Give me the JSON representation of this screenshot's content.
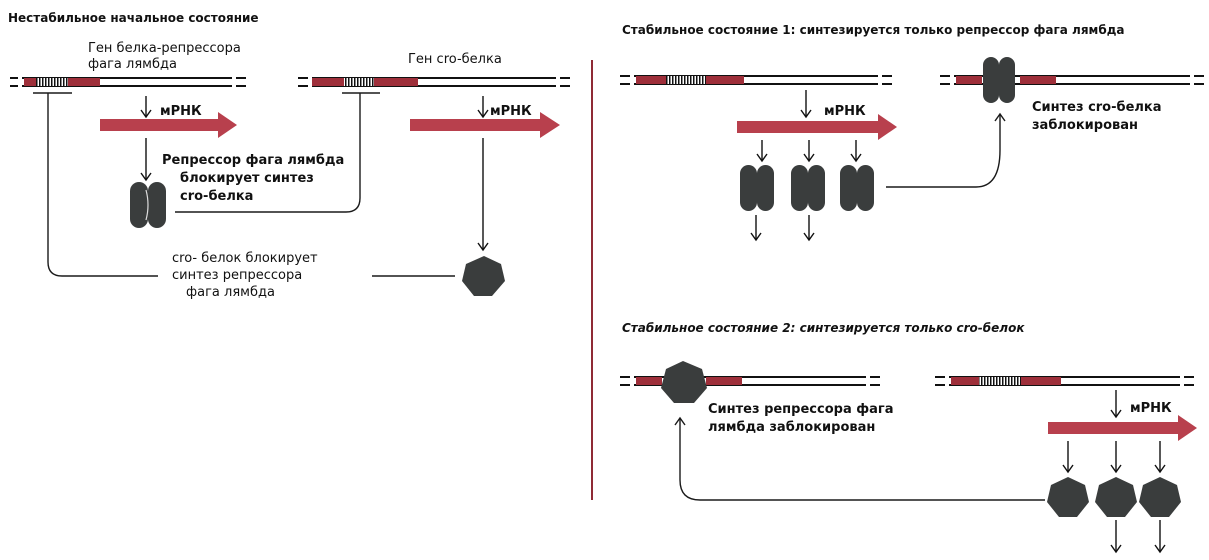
{
  "left_panel": {
    "title": "Нестабильное начальное состояние",
    "gene_repressor_line1": "Ген белка-репрессора",
    "gene_repressor_line2": "фага лямбда",
    "gene_cro": "Ген cro-белка",
    "mrna_left": "мРНК",
    "mrna_right": "мРНК",
    "repressor_blocks_line1": "Репрессор фага лямбда",
    "repressor_blocks_line2": "блокирует синтез",
    "repressor_blocks_line3": "cro-белка",
    "cro_blocks_line1": "cro- белок блокирует",
    "cro_blocks_line2": "синтез репрессора",
    "cro_blocks_line3": "фага лямбда"
  },
  "state1": {
    "title": "Стабильное состояние 1: синтезируется только репрессор фага лямбда",
    "mrna": "мРНК",
    "blocked_line1": "Синтез cro-белка",
    "blocked_line2": "заблокирован"
  },
  "state2": {
    "title": "Стабильное состояние 2: синтезируется только cro-белок",
    "mrna": "мРНК",
    "blocked_line1": "Синтез репрессора фага",
    "blocked_line2": "лямбда заблокирован"
  },
  "colors": {
    "arrow_red": "#b8404d",
    "gene_red": "#9e2f3a",
    "protein_dark": "#3a3d3d",
    "line": "#1a1a1a"
  }
}
